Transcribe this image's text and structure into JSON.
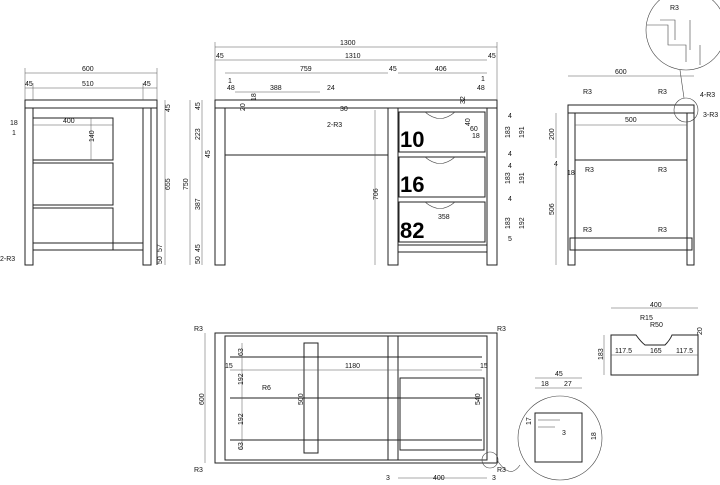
{
  "left_view": {
    "dims": {
      "overall_width": "600",
      "left_leg": "45",
      "inner_width": "510",
      "right_leg": "45",
      "top_thickness": "45",
      "height": "655",
      "bottom_a": "57",
      "bottom_b": "50",
      "drawer_depth": "400",
      "drawer_height": "140",
      "offset_18": "18",
      "offset_1": "1",
      "radius_note": "2-R3"
    }
  },
  "front_view": {
    "dims": {
      "overall_width": "1300",
      "inner_width": "1310",
      "left_leg": "45",
      "right_leg": "45",
      "opening": "759",
      "mid_leg": "45",
      "drawer_bay": "406",
      "rail": "388",
      "gap": "24",
      "side_48_l": "48",
      "side_48_r": "48",
      "small_1_l": "1",
      "small_1_r": "1",
      "dim_18": "18",
      "dim_30": "30",
      "dim_32": "32",
      "dim_20": "20",
      "radius_note": "2-R3",
      "total_height": "750",
      "top": "45",
      "apron": "223",
      "rail_45": "45",
      "leg_free": "387",
      "bottom_45": "45",
      "foot": "50",
      "cabinet_height": "706",
      "handle_60": "60",
      "handle_18": "18",
      "handle_40": "40",
      "drawer_inner": "358"
    },
    "drawer_numbers": [
      "10",
      "16",
      "82"
    ],
    "drawer_dims": [
      "183",
      "183",
      "183"
    ],
    "drawer_side_dims": [
      "191",
      "191",
      "192"
    ],
    "gaps": [
      "4",
      "4",
      "4",
      "4",
      "5"
    ]
  },
  "side_view": {
    "dims": {
      "overall_width": "600",
      "inner_width": "500",
      "apron": "200",
      "gap": "4",
      "offset": "18",
      "leg_free": "506",
      "note_a": "4-R3",
      "note_b": "3-R3",
      "radius": "R3"
    }
  },
  "top_view": {
    "dims": {
      "depth": "600",
      "inner_length": "1180",
      "side_l": "15",
      "side_r": "15",
      "spacing_a": "63",
      "spacing_b": "192",
      "spacing_c": "192",
      "spacing_d": "63",
      "center": "500",
      "right_depth": "540",
      "drawer_w": "400",
      "gap_l": "3",
      "gap_r": "3",
      "radius": "R3",
      "rod": "R6"
    }
  },
  "profile_detail": {
    "dims": {
      "width": "400",
      "r_small": "R15",
      "r_large": "R50",
      "left": "117.5",
      "middle": "165",
      "right": "117.5",
      "height": "183",
      "notch": "20"
    }
  },
  "joint_detail": {
    "dims": {
      "total": "45",
      "a": "18",
      "b": "27",
      "c": "17",
      "d": "18",
      "e": "3"
    }
  }
}
